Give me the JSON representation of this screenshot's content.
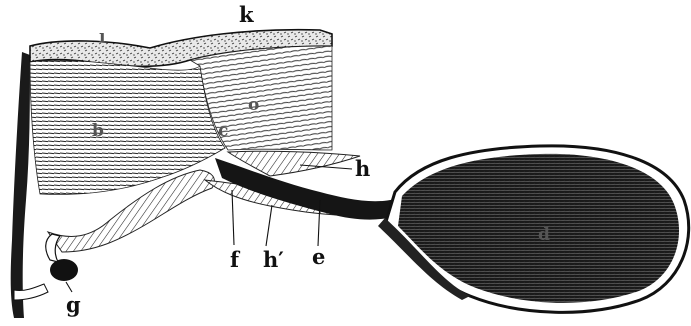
{
  "figure": {
    "labels": {
      "k": "k",
      "i": "ı",
      "b": "b",
      "o": "o",
      "c": "c",
      "h": "h",
      "f": "f",
      "h_prime": "h′",
      "e": "e",
      "d": "d",
      "g": "g"
    },
    "colors": {
      "ink": "#111111",
      "paper": "#ffffff",
      "hatch": "#3a3a3a"
    }
  }
}
